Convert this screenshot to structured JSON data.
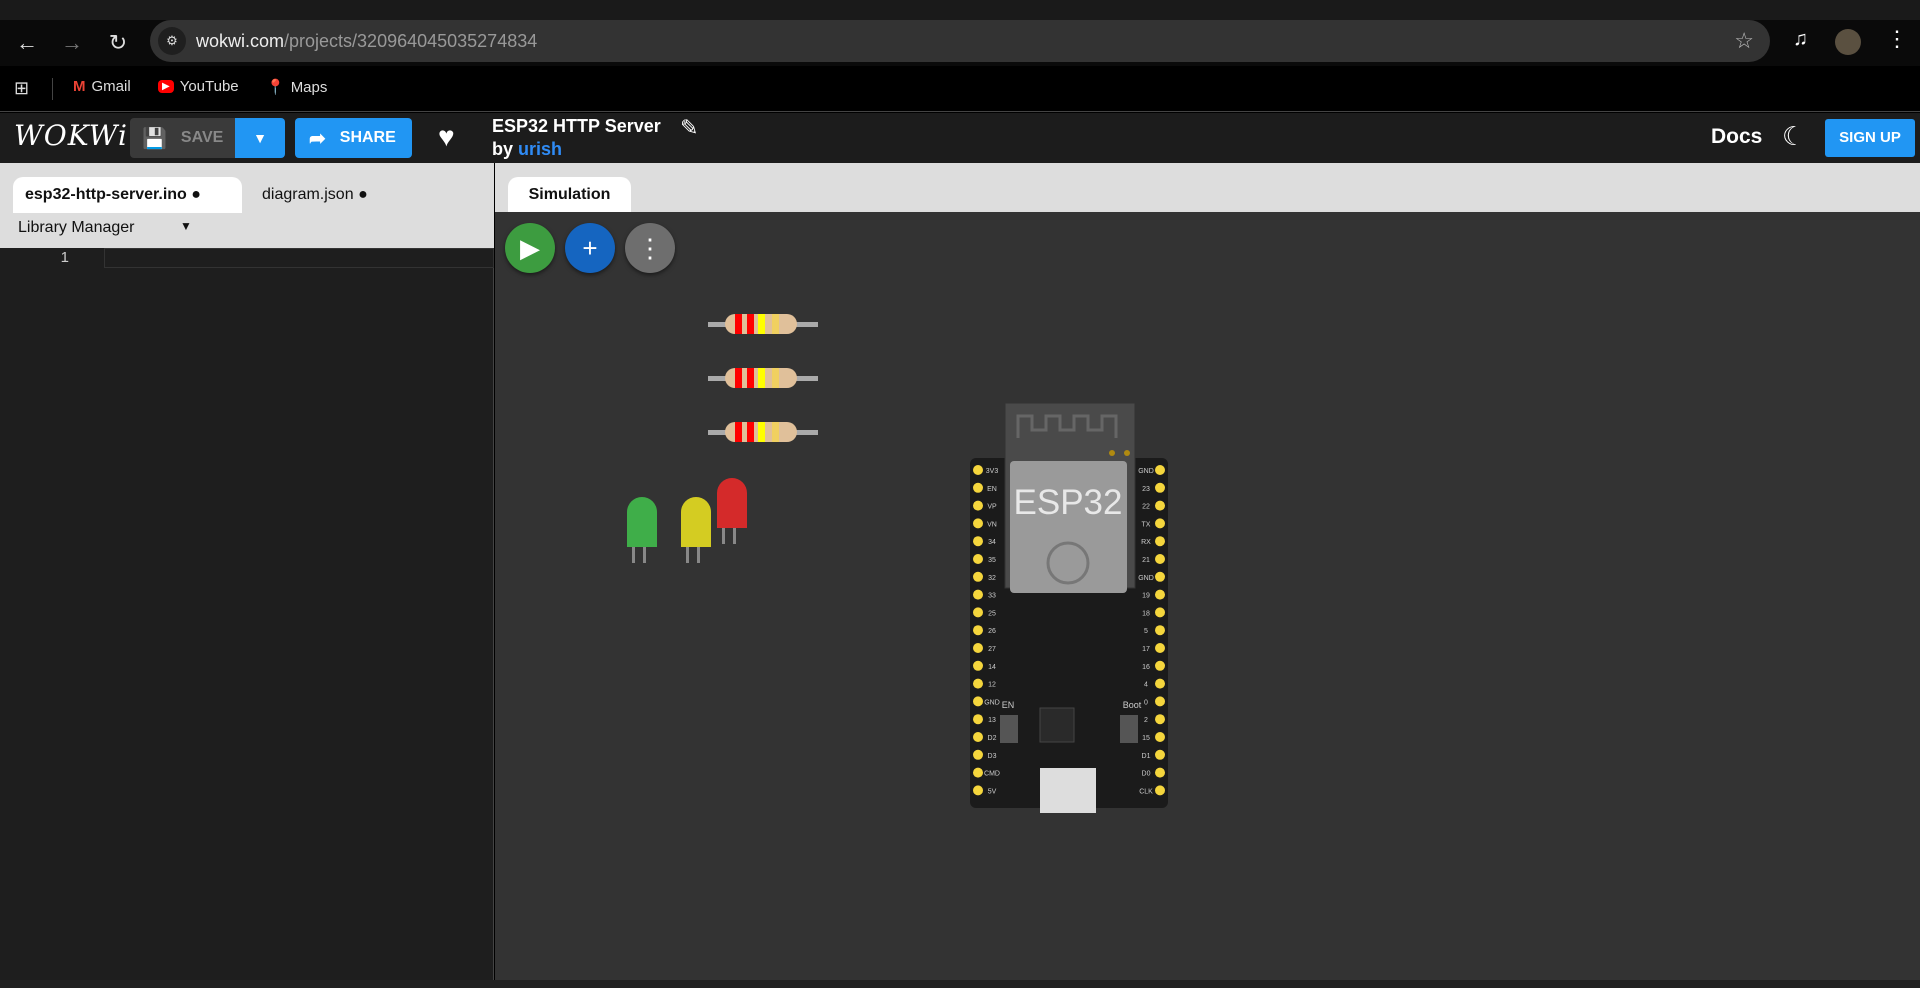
{
  "browser": {
    "url_host": "wokwi.com",
    "url_path": "/projects/320964045035274834",
    "bookmarks": [
      {
        "label": "Gmail"
      },
      {
        "label": "YouTube"
      },
      {
        "label": "Maps"
      }
    ]
  },
  "app": {
    "logo": "WOKWi",
    "save_label": "SAVE",
    "share_label": "SHARE",
    "project_title": "ESP32 HTTP Server",
    "by_label": "by",
    "author": "urish",
    "docs_label": "Docs",
    "signup_label": "SIGN UP"
  },
  "editor": {
    "tabs": [
      {
        "label": "esp32-http-server.ino",
        "modified": true
      },
      {
        "label": "diagram.json",
        "modified": true
      }
    ],
    "library_manager": "Library Manager",
    "line_numbers": [
      "1"
    ]
  },
  "simulation": {
    "tab_label": "Simulation",
    "chip_label": "ESP32",
    "en_label": "EN",
    "boot_label": "Boot",
    "pins_left": [
      "3V3",
      "EN",
      "VP",
      "VN",
      "34",
      "35",
      "32",
      "33",
      "25",
      "26",
      "27",
      "14",
      "12",
      "GND",
      "13",
      "D2",
      "D3",
      "CMD",
      "5V"
    ],
    "pins_right": [
      "GND",
      "23",
      "22",
      "TX",
      "RX",
      "21",
      "GND",
      "19",
      "18",
      "5",
      "17",
      "16",
      "4",
      "0",
      "2",
      "15",
      "D1",
      "D0",
      "CLK"
    ],
    "leds": [
      {
        "color": "#3fae49"
      },
      {
        "color": "#d4cc22"
      },
      {
        "color": "#d42a2a"
      }
    ]
  },
  "colors": {
    "accent": "#2196f3",
    "play": "#3d9c40",
    "add": "#1565c0",
    "more": "#6e6e6e"
  }
}
